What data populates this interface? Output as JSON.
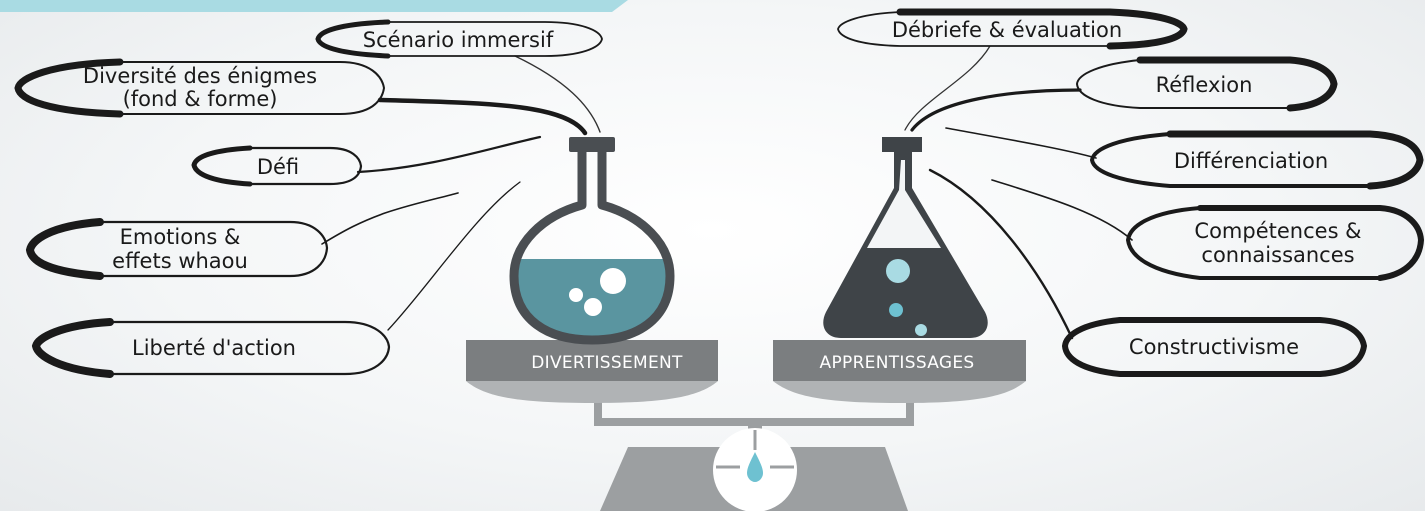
{
  "left_items": [
    {
      "id": "scenario",
      "lines": [
        "Scénario immersif"
      ]
    },
    {
      "id": "diversite",
      "lines": [
        "Diversité des énigmes",
        "(fond & forme)"
      ]
    },
    {
      "id": "defi",
      "lines": [
        "Défi"
      ]
    },
    {
      "id": "emotions",
      "lines": [
        "Emotions &",
        "effets whaou"
      ]
    },
    {
      "id": "liberte",
      "lines": [
        "Liberté d'action"
      ]
    }
  ],
  "right_items": [
    {
      "id": "debriefe",
      "lines": [
        "Débriefe & évaluation"
      ]
    },
    {
      "id": "reflexion",
      "lines": [
        "Réflexion"
      ]
    },
    {
      "id": "differenciation",
      "lines": [
        "Différenciation"
      ]
    },
    {
      "id": "competences",
      "lines": [
        "Compétences &",
        "connaissances"
      ]
    },
    {
      "id": "constructivisme",
      "lines": [
        "Constructivisme"
      ]
    }
  ],
  "left_pan": {
    "label": "DIVERTISSEMENT"
  },
  "right_pan": {
    "label": "APPRENTISSAGES"
  },
  "colors": {
    "teal_liquid": "#5a95a0",
    "dark_liquid": "#3f4448",
    "flask_outline": "#4a4e52",
    "pan_band": "#7b7e80",
    "pan_bowl": "#b0b3b5",
    "scale_base": "#9c9fa1",
    "accent_bar": "#a9dbe3",
    "drop": "#6ec1d1"
  },
  "icons": {
    "left_flask": "round-bottom-flask-icon",
    "right_flask": "erlenmeyer-flask-icon",
    "drop": "water-drop-icon"
  }
}
